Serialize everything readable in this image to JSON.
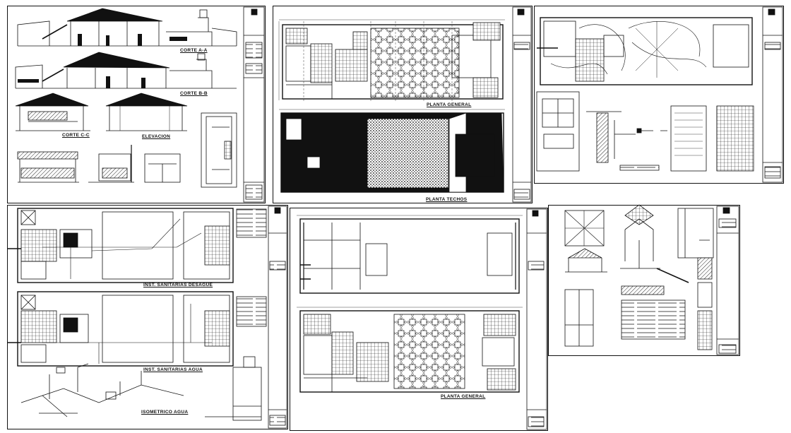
{
  "labels": {
    "corte_aa": "CORTE A-A",
    "corte_bb": "CORTE B-B",
    "corte_cc": "CORTE C-C",
    "elevacion": "ELEVACION",
    "planta_general": "PLANTA GENERAL",
    "planta_techos": "PLANTA TECHOS",
    "inst_desague": "INST. SANITARIAS DESAGUE",
    "inst_agua": "INST. SANITARIAS AGUA",
    "isometrico": "ISOMETRICO AGUA",
    "planta_general_2": "PLANTA GENERAL"
  },
  "colors": {
    "ink": "#111111",
    "paper": "#ffffff",
    "hatch": "#222222"
  }
}
